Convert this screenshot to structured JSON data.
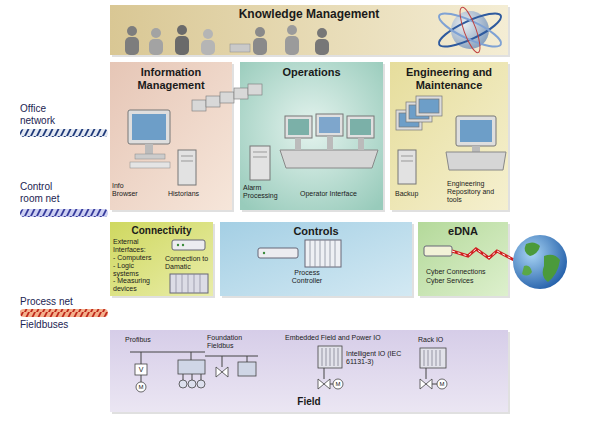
{
  "diagram": {
    "nodes": [
      {
        "text": [
          "Knowledge Management"
        ]
      },
      {
        "text": [
          "Information Management",
          "Info Browser",
          "Historians"
        ]
      },
      {
        "text": [
          "Operations",
          "Alarm Processing",
          "Operator Interface"
        ]
      },
      {
        "text": [
          "Engineering and Maintenance",
          "Backup",
          "Engineering Repository and tools"
        ]
      },
      {
        "text": [
          "Connectivity",
          "External Interfaces:",
          "- Computers",
          "- Logic systems",
          "- Measuring devices",
          "Connection to Damatic"
        ]
      },
      {
        "text": [
          "Controls",
          "Process Controller"
        ]
      },
      {
        "text": [
          "eDNA",
          "Cyber Connections",
          "Cyber Services"
        ]
      },
      {
        "text": [
          "Profibus",
          "Foundation Fieldbus",
          "Embedded Field and Power IO",
          "Rack IO",
          "Intelligent IO (IEC 61131-3)",
          "Field"
        ]
      }
    ],
    "labels": [
      "Office network",
      "Control room net",
      "Process net",
      "Fieldbuses",
      "V",
      "M",
      "M",
      "M"
    ]
  }
}
